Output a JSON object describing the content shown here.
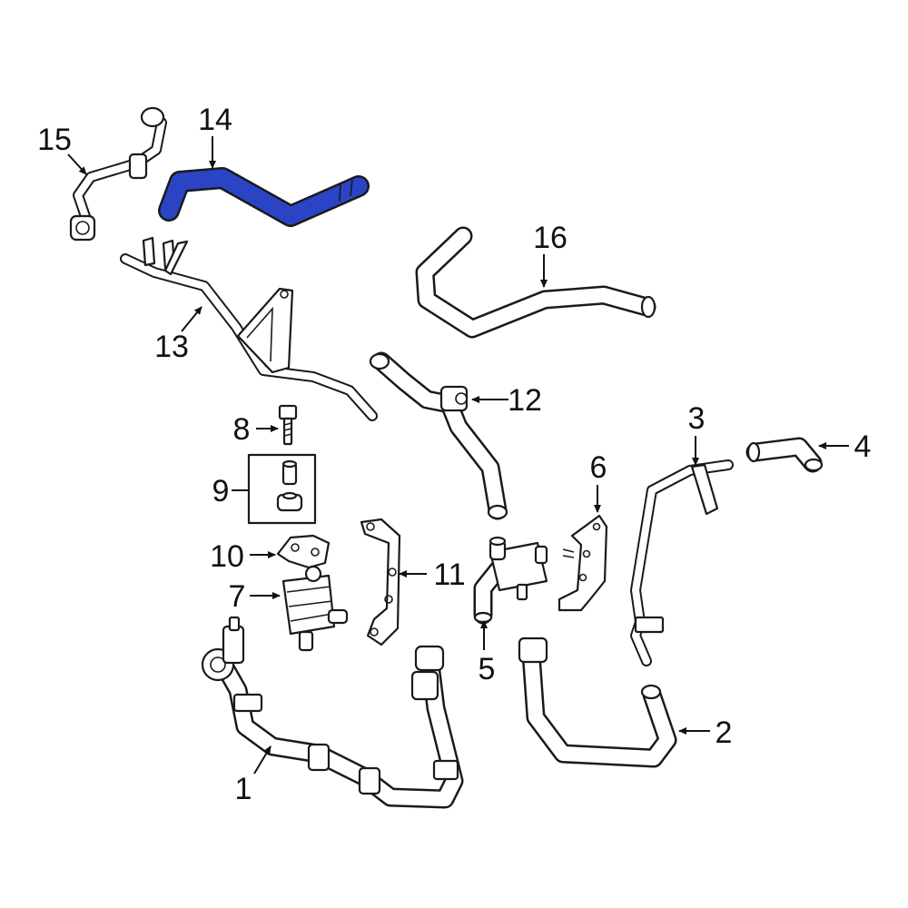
{
  "diagram": {
    "highlight_color": "#2b44c6",
    "outline_color": "#1a1a1a",
    "highlighted_part": "14",
    "callouts": {
      "c1": "1",
      "c2": "2",
      "c3": "3",
      "c4": "4",
      "c5": "5",
      "c6": "6",
      "c7": "7",
      "c8": "8",
      "c9": "9",
      "c10": "10",
      "c11": "11",
      "c12": "12",
      "c13": "13",
      "c14": "14",
      "c15": "15",
      "c16": "16"
    }
  }
}
